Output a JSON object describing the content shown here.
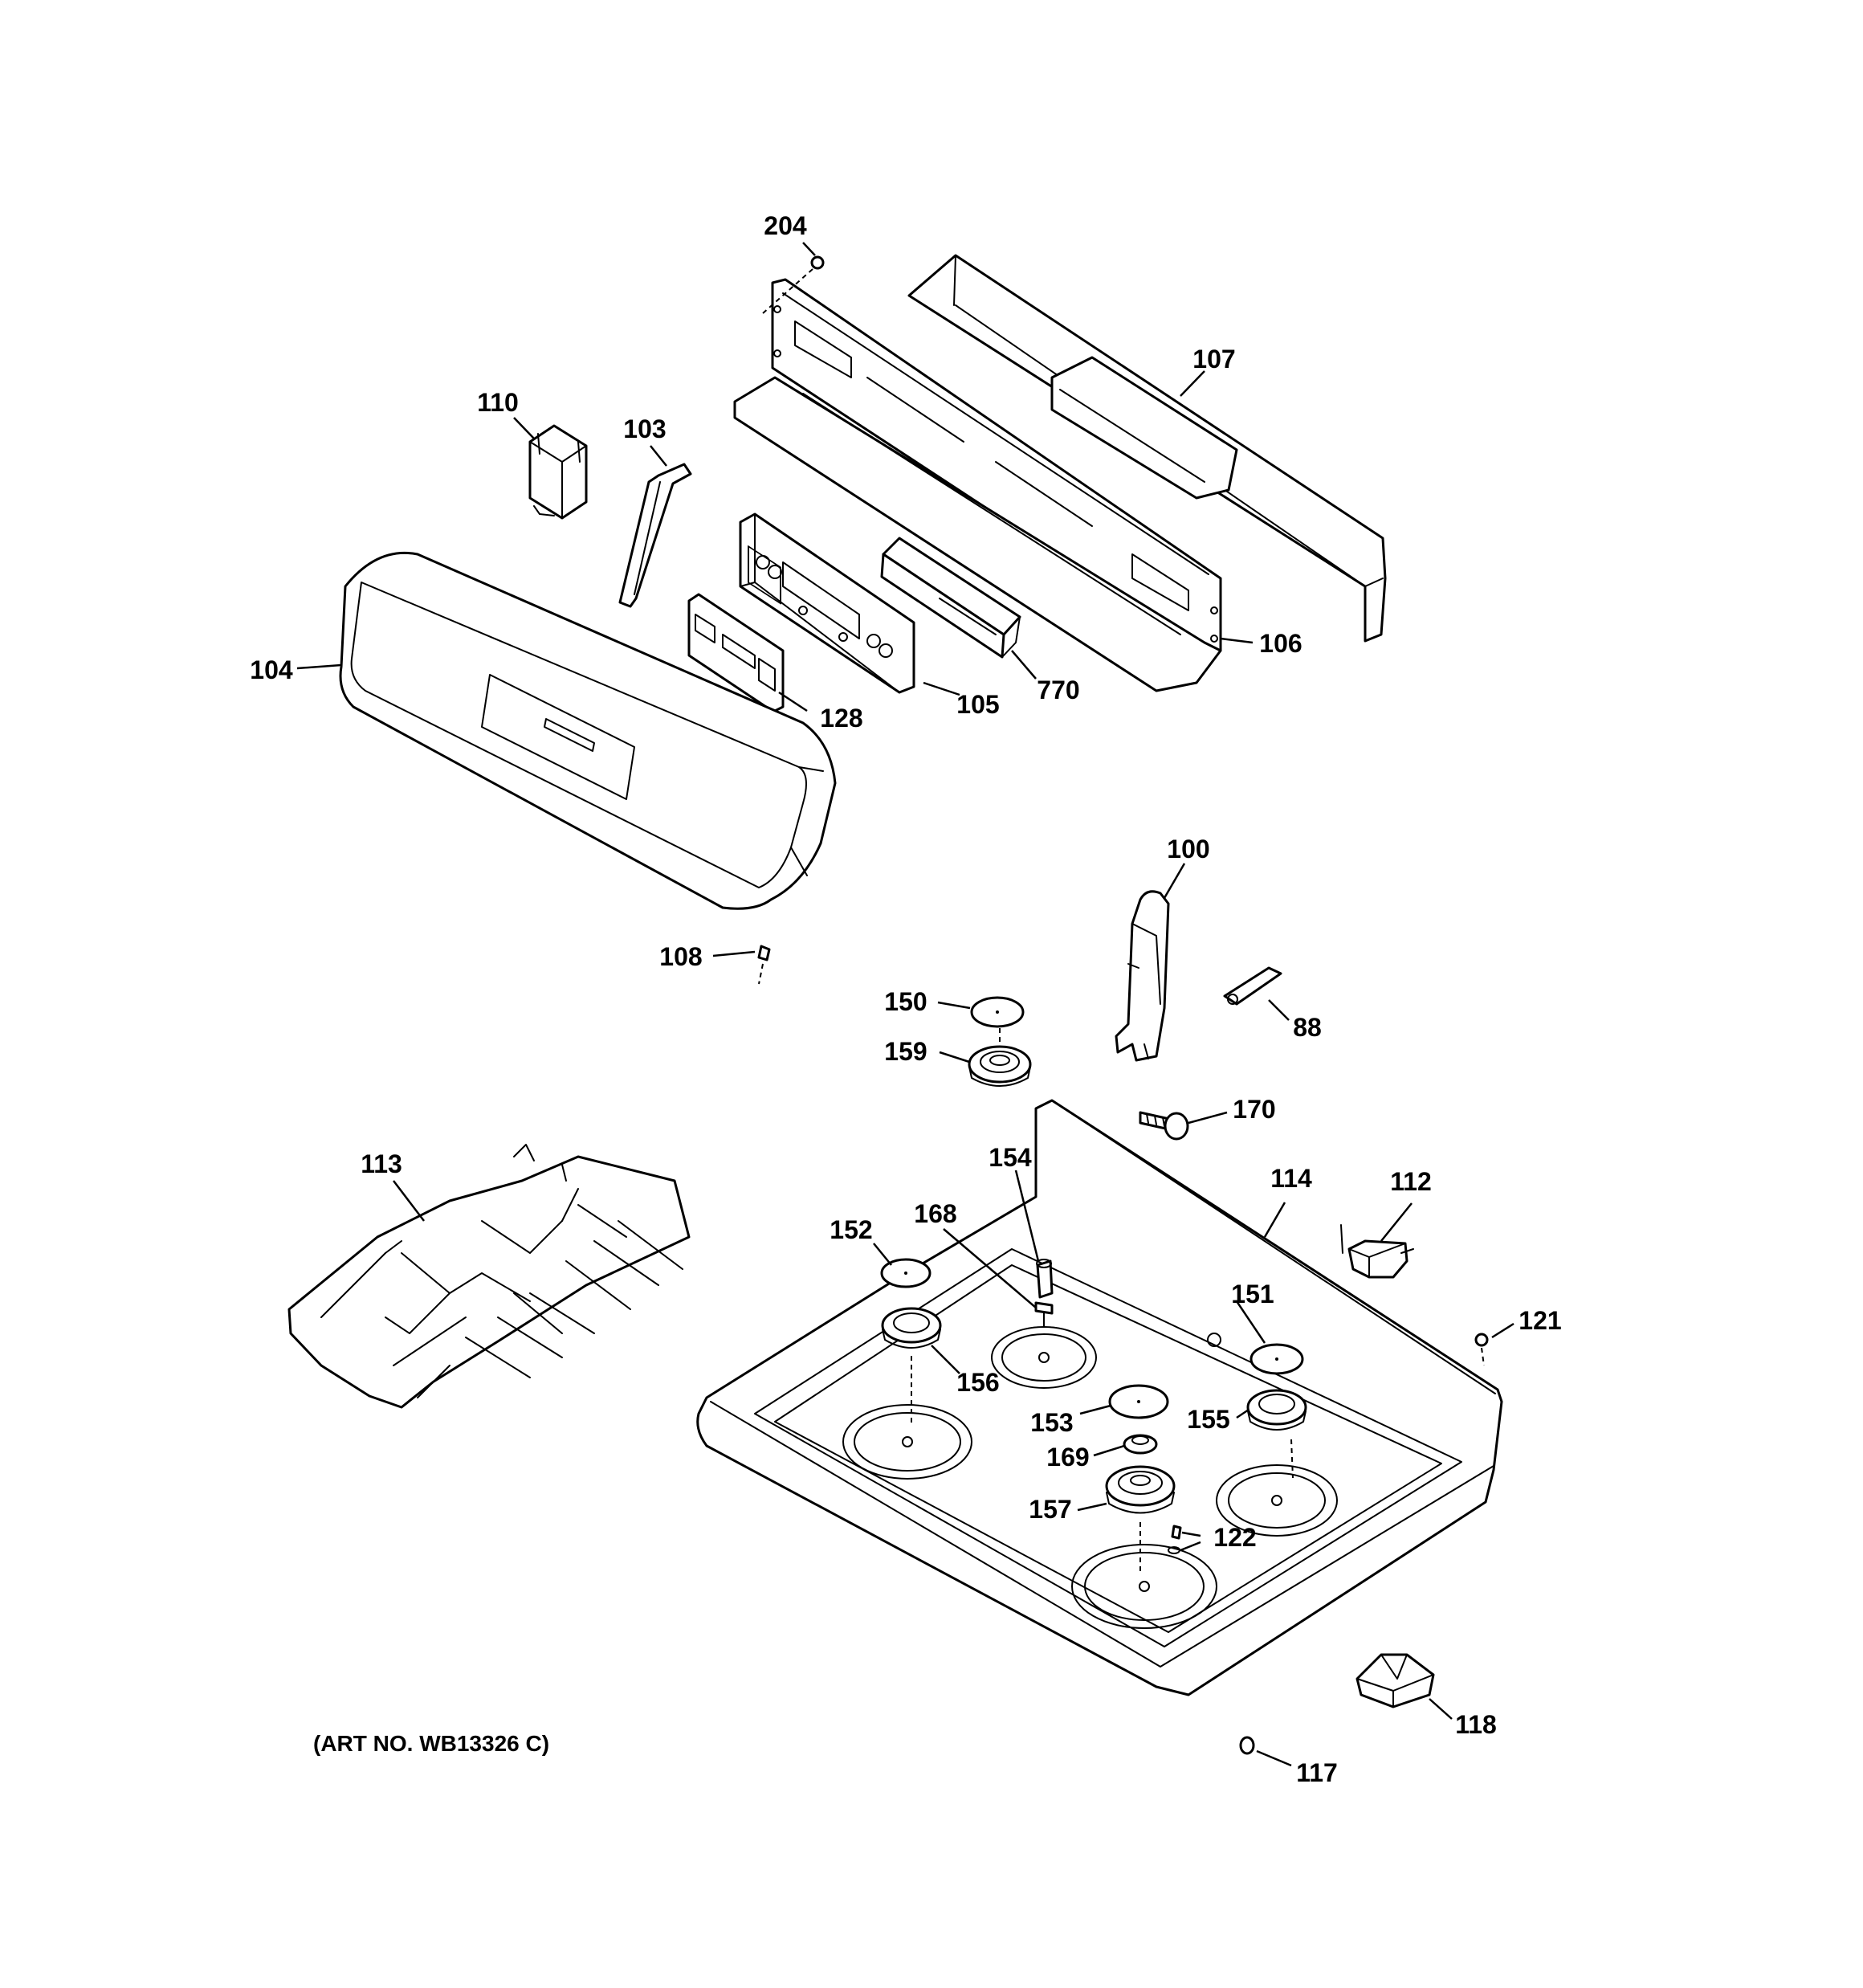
{
  "labels": {
    "p204": "204",
    "p107": "107",
    "p110": "110",
    "p103": "103",
    "p104": "104",
    "p106": "106",
    "p770": "770",
    "p105": "105",
    "p128": "128",
    "p100": "100",
    "p108": "108",
    "p150": "150",
    "p159": "159",
    "p88": "88",
    "p170": "170",
    "p113": "113",
    "p154": "154",
    "p114": "114",
    "p112": "112",
    "p168": "168",
    "p152": "152",
    "p151": "151",
    "p121": "121",
    "p156": "156",
    "p153": "153",
    "p155": "155",
    "p169": "169",
    "p157": "157",
    "p122": "122",
    "p118": "118",
    "p117": "117"
  },
  "art_number": "(ART NO. WB13326 C)"
}
